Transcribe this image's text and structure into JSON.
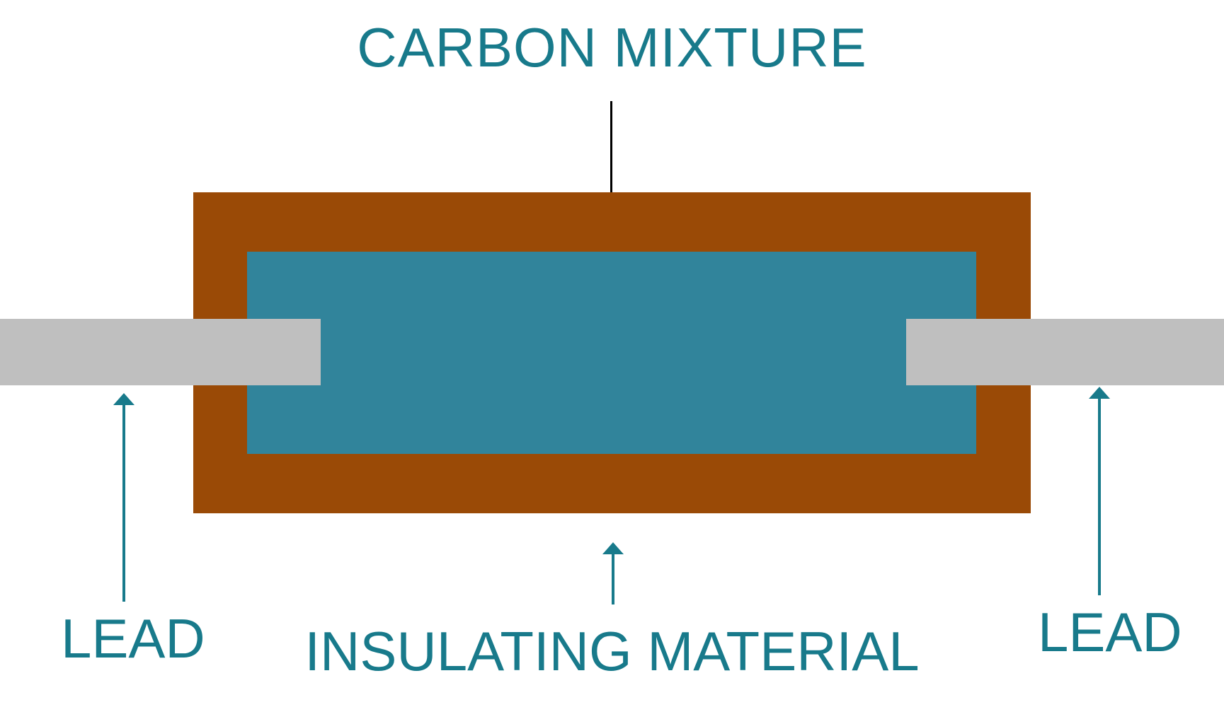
{
  "diagram": {
    "type": "labeled-schematic",
    "subject": "carbon composition resistor cross-section",
    "title": "CARBON MIXTURE",
    "labels": {
      "carbon_mixture": "CARBON MIXTURE",
      "lead_left": "LEAD",
      "lead_right": "LEAD",
      "insulating_material": "INSULATING MATERIAL"
    },
    "parts": [
      {
        "name": "insulating material (outer body)",
        "shape": "rectangle",
        "color_key": "insulating_body"
      },
      {
        "name": "carbon mixture (inner core)",
        "shape": "rectangle",
        "color_key": "carbon_mixture"
      },
      {
        "name": "lead (left wire)",
        "shape": "rectangle",
        "color_key": "lead"
      },
      {
        "name": "lead (right wire)",
        "shape": "rectangle",
        "color_key": "lead"
      }
    ],
    "arrows": [
      {
        "from": "CARBON MIXTURE title",
        "to": "inner core",
        "direction": "down",
        "color_key": "pointer_black"
      },
      {
        "from": "left LEAD label",
        "to": "left lead wire",
        "direction": "up",
        "color_key": "teal"
      },
      {
        "from": "INSULATING MATERIAL label",
        "to": "outer body",
        "direction": "up",
        "color_key": "teal"
      },
      {
        "from": "right LEAD label",
        "to": "right lead wire",
        "direction": "up",
        "color_key": "teal"
      }
    ],
    "colors": {
      "insulating_body": "#9A4A06",
      "carbon_mixture": "#31849B",
      "lead": "#BFBFBF",
      "teal": "#187A8B",
      "pointer_black": "#000000",
      "background": "#FFFFFF"
    }
  }
}
